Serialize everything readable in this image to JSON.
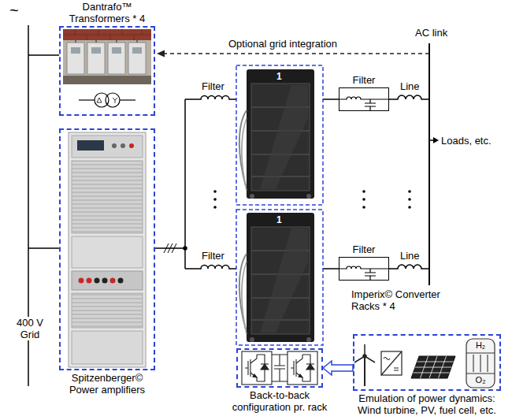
{
  "diagram": {
    "nodes": [
      {
        "text": [
          "Dantrafo™ Transformers * 4"
        ]
      },
      {
        "text": [
          "Spitzenberger© Power amplifiers"
        ]
      },
      {
        "text": [
          "Filter"
        ]
      },
      {
        "text": [
          "Filter"
        ]
      },
      {
        "text": [
          "Back-to-back configuration pr. rack"
        ]
      },
      {
        "text": [
          "Emulation of power dynamics: Wind turbine, PV, fuel cell, etc."
        ]
      }
    ],
    "edges": [
      {
        "from": 5,
        "to": 4,
        "arrow": "to"
      }
    ],
    "labels": [
      "~",
      "Optional grid integration",
      "AC link",
      "Filter",
      "1",
      "Line",
      "Loads, etc.",
      "Filter",
      "1",
      "Line",
      "400 V Grid",
      "Imperix© Converter Racks * 4",
      "H₂",
      "O₂"
    ]
  }
}
